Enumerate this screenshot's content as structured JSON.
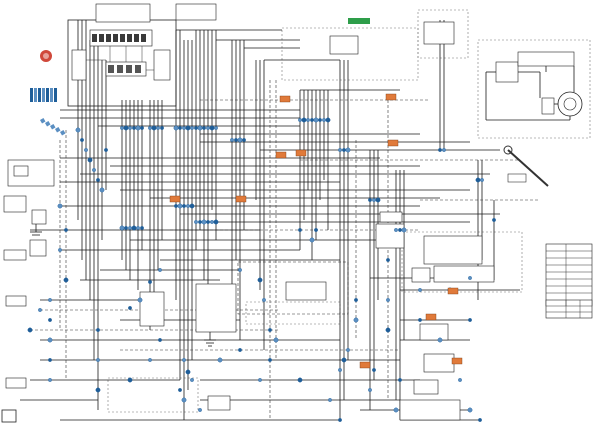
{
  "diagram": {
    "title": "",
    "top_note": "",
    "top_badge": "",
    "options_title": "",
    "legend_rows": [],
    "notes": []
  },
  "colors": {
    "wire": "#1a1a1a",
    "connector_blue": "#5b8fc2",
    "connector_dark": "#1f5e99",
    "connector_orange": "#e07a3a",
    "accent_green": "#2e9e4a",
    "emblem_red": "#d0483a"
  },
  "icons": [
    "ecu-module",
    "connector-cluster",
    "horn-icon",
    "lamp-icon",
    "switch-icon",
    "battery-icon",
    "relay-icon",
    "motor-icon",
    "fuse-box-icon",
    "ground-icon",
    "logo-emblem"
  ]
}
